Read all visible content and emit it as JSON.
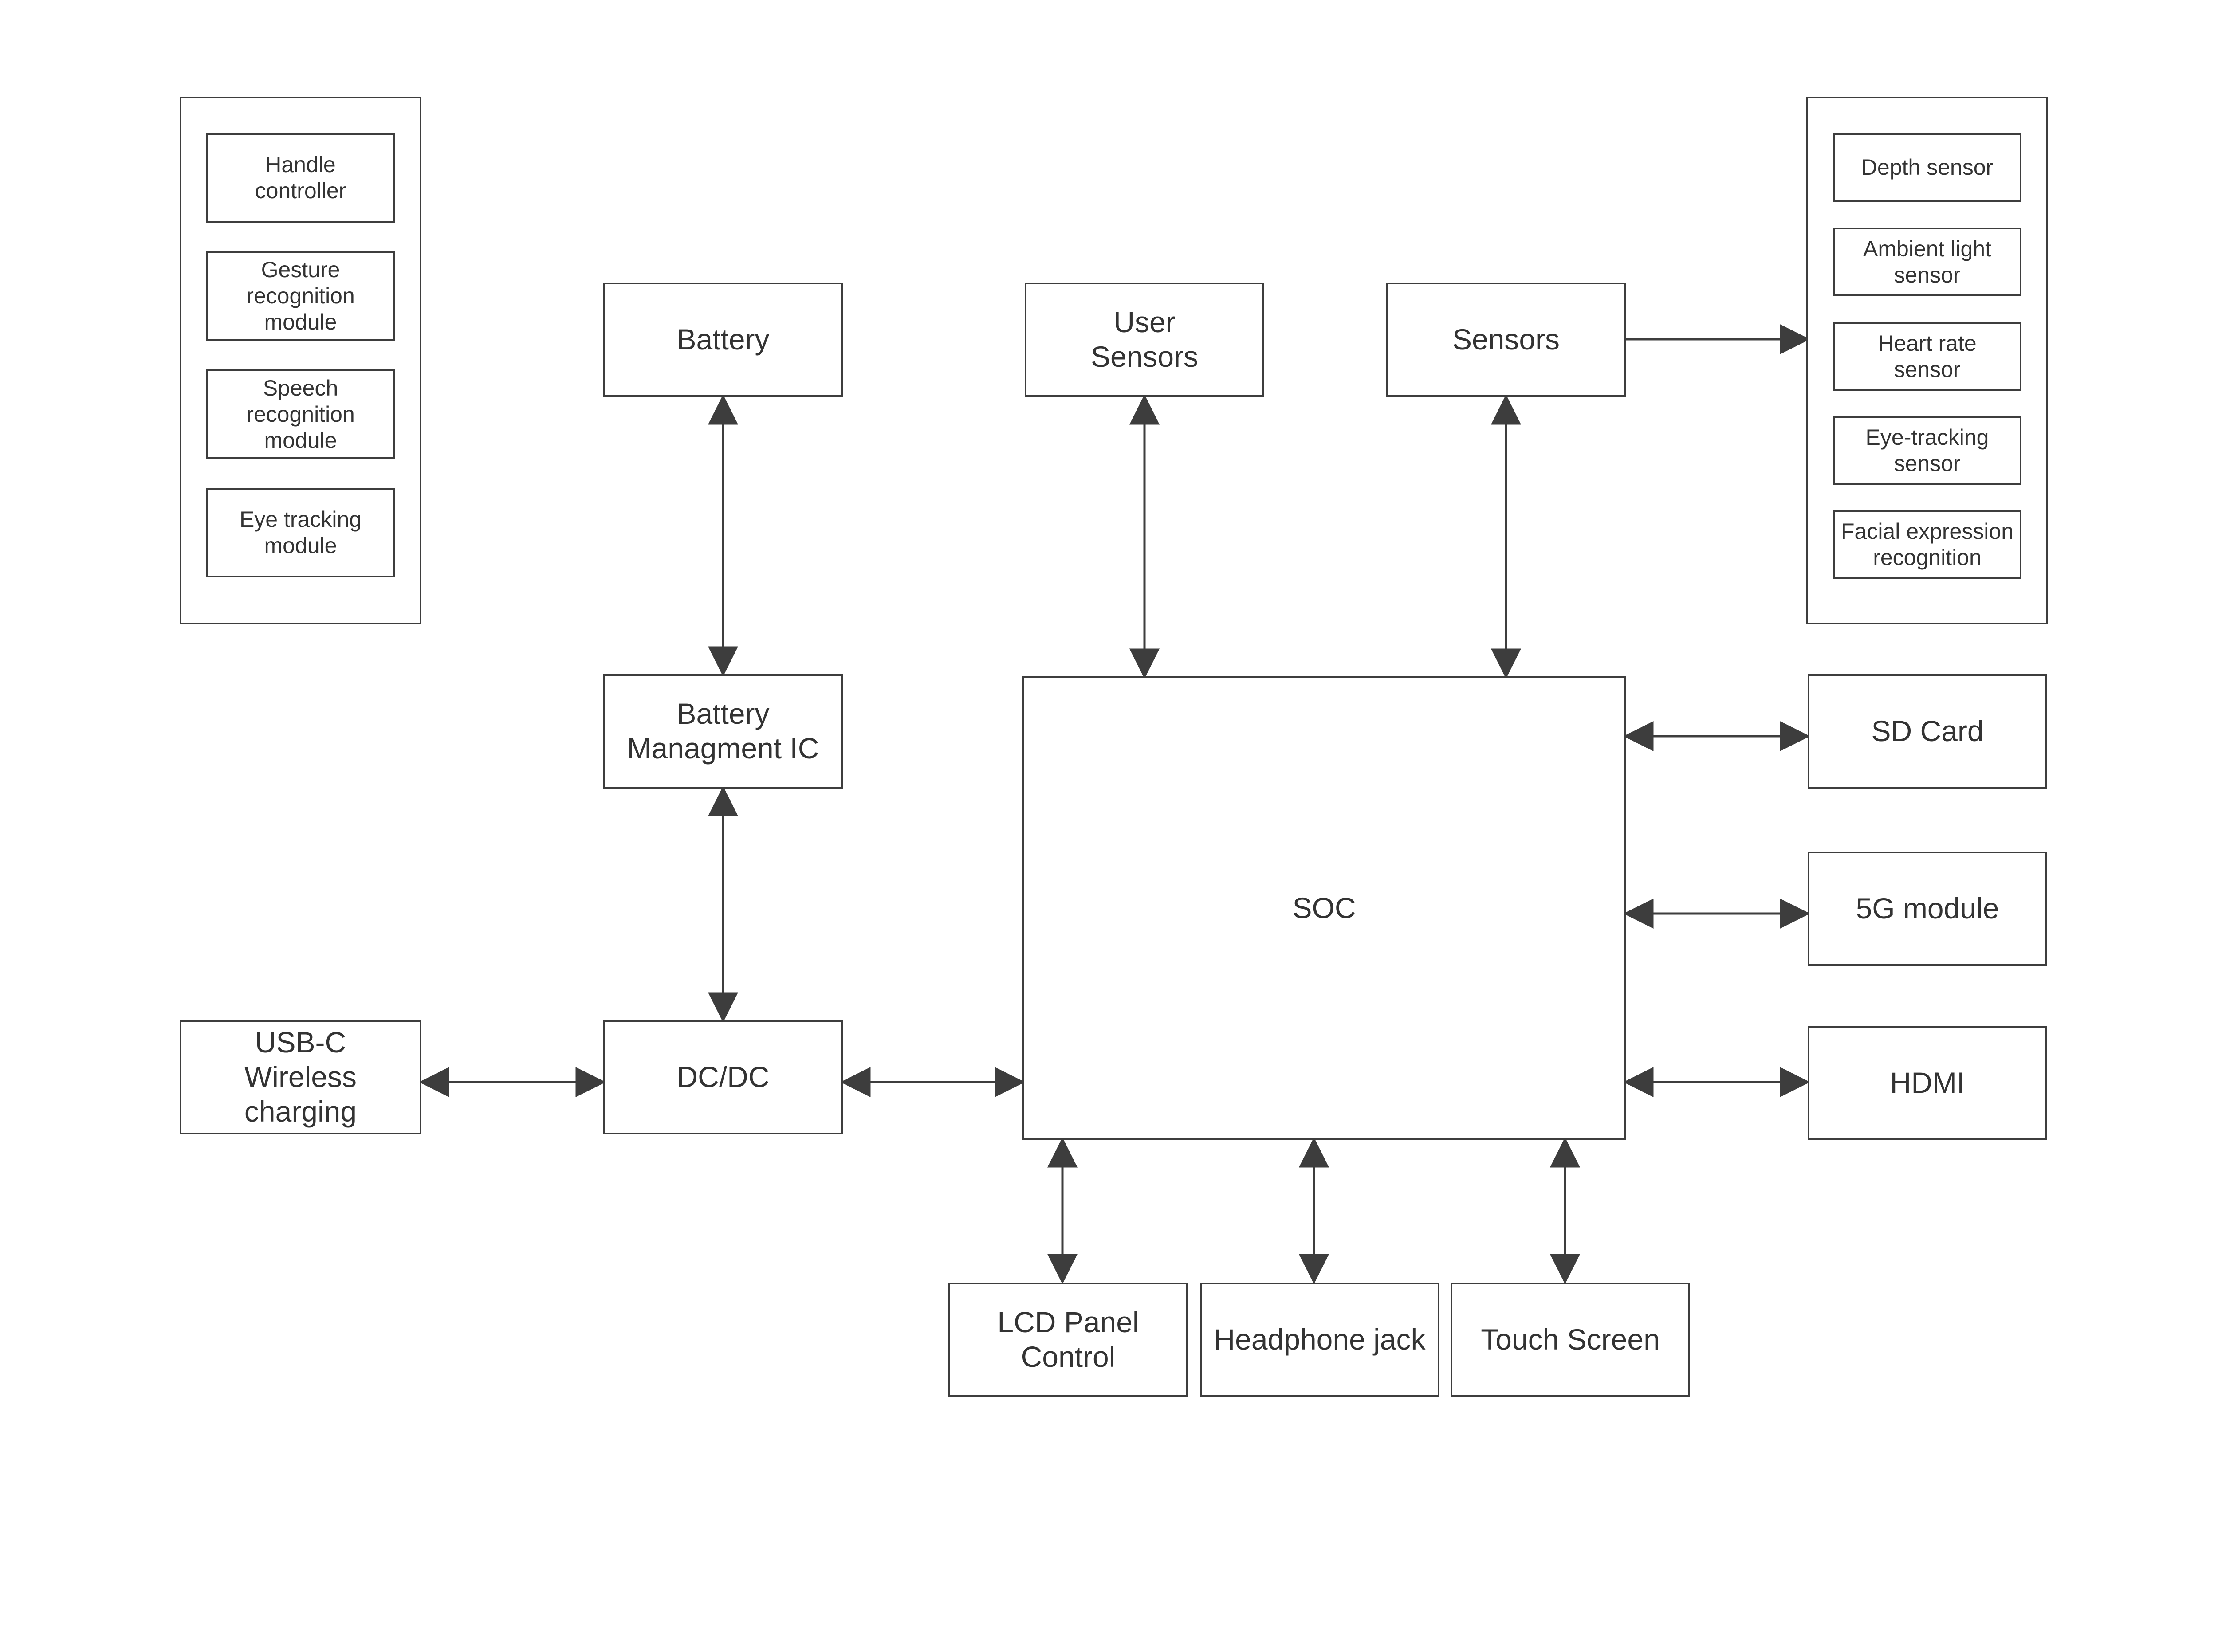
{
  "diagram": {
    "left_group": {
      "items": [
        "Handle\ncontroller",
        "Gesture\nrecognition\nmodule",
        "Speech\nrecognition\nmodule",
        "Eye tracking\nmodule"
      ]
    },
    "right_group": {
      "items": [
        "Depth sensor",
        "Ambient light\nsensor",
        "Heart rate\nsensor",
        "Eye-tracking\nsensor",
        "Facial expression\nrecognition"
      ]
    },
    "battery": "Battery",
    "user_sensors": "User\nSensors",
    "sensors": "Sensors",
    "battery_ic": "Battery\nManagment IC",
    "soc": "SOC",
    "sd_card": "SD Card",
    "module_5g": "5G module",
    "hdmi": "HDMI",
    "usb_c": "USB-C\nWireless\ncharging",
    "dcdc": "DC/DC",
    "lcd": "LCD Panel\nControl",
    "headphone": "Headphone jack",
    "touch": "Touch Screen",
    "colors": {
      "stroke": "#3d3d3d",
      "text": "#333333",
      "background": "#ffffff"
    }
  }
}
